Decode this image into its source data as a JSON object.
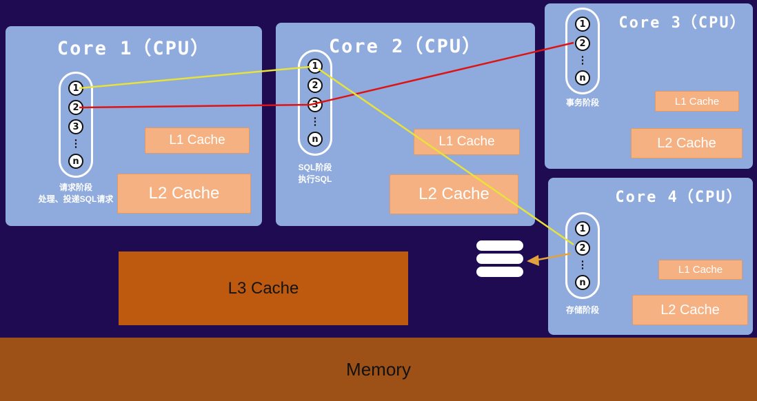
{
  "colors": {
    "background": "#1e0b52",
    "core_fill": "#8faadc",
    "cache_light_fill": "#f6b183",
    "cache_light_border": "#e09a62",
    "l3_fill": "#bd5a0f",
    "memory_fill": "#9e5116",
    "line_yellow": "#e8e23a",
    "line_red": "#dc1414",
    "arrow_orange": "#e2a33c",
    "pill_border": "#ffffff"
  },
  "ui": {
    "ellipsis": "⋮"
  },
  "icons": {
    "database_icon": "stacked-white-disks"
  },
  "cores": [
    {
      "title": "Core 1（CPU）",
      "steps": [
        "1",
        "2",
        "3"
      ],
      "step_last": "n",
      "phase_label": "请求阶段",
      "phase_sublabel": "处理、投递SQL请求",
      "l1_label": "L1 Cache",
      "l2_label": "L2 Cache"
    },
    {
      "title": "Core 2（CPU）",
      "steps": [
        "1",
        "2",
        "3"
      ],
      "step_last": "n",
      "phase_label": "SQL阶段",
      "phase_sublabel": "执行SQL",
      "l1_label": "L1 Cache",
      "l2_label": "L2 Cache"
    },
    {
      "title": "Core 3（CPU）",
      "steps": [
        "1",
        "2"
      ],
      "step_last": "n",
      "phase_label": "事务阶段",
      "l1_label": "L1 Cache",
      "l2_label": "L2 Cache"
    },
    {
      "title": "Core 4（CPU）",
      "steps": [
        "1",
        "2"
      ],
      "step_last": "n",
      "phase_label": "存储阶段",
      "l1_label": "L1 Cache",
      "l2_label": "L2 Cache"
    }
  ],
  "l3": {
    "label": "L3 Cache"
  },
  "memory": {
    "label": "Memory"
  }
}
